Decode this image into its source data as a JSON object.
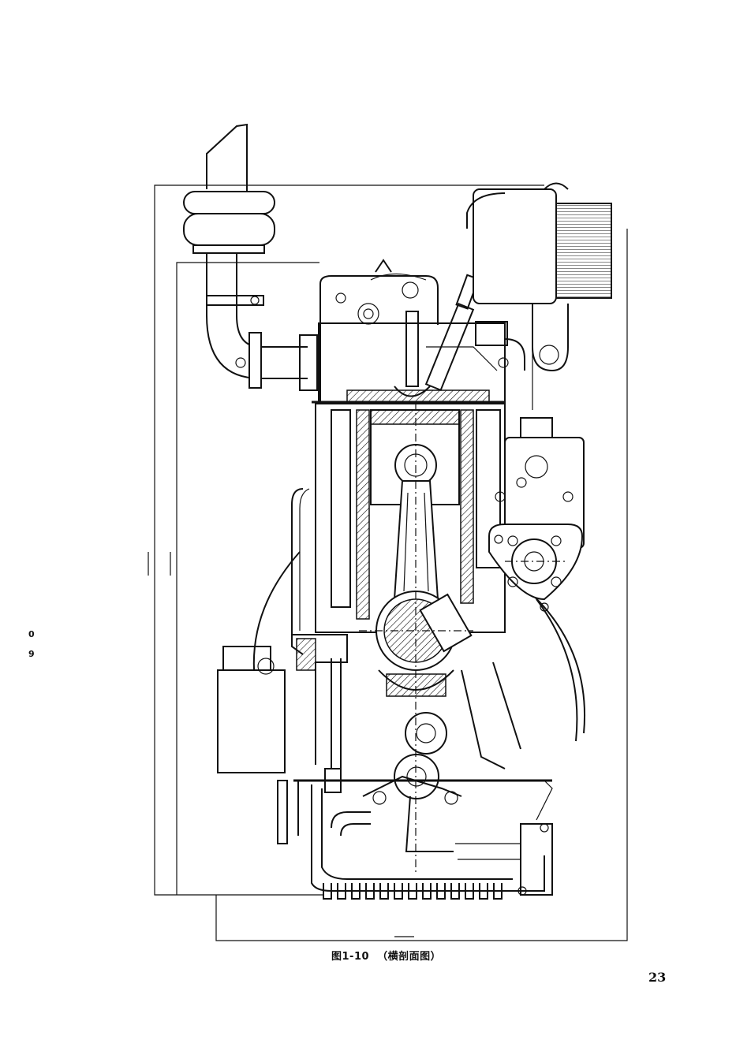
{
  "figure": {
    "caption": "图1-10  （横剖面图）"
  },
  "page": {
    "number": "23"
  },
  "margin_marks": [
    "0",
    "9"
  ],
  "colors": {
    "ink": "#111111",
    "paper": "#ffffff"
  }
}
